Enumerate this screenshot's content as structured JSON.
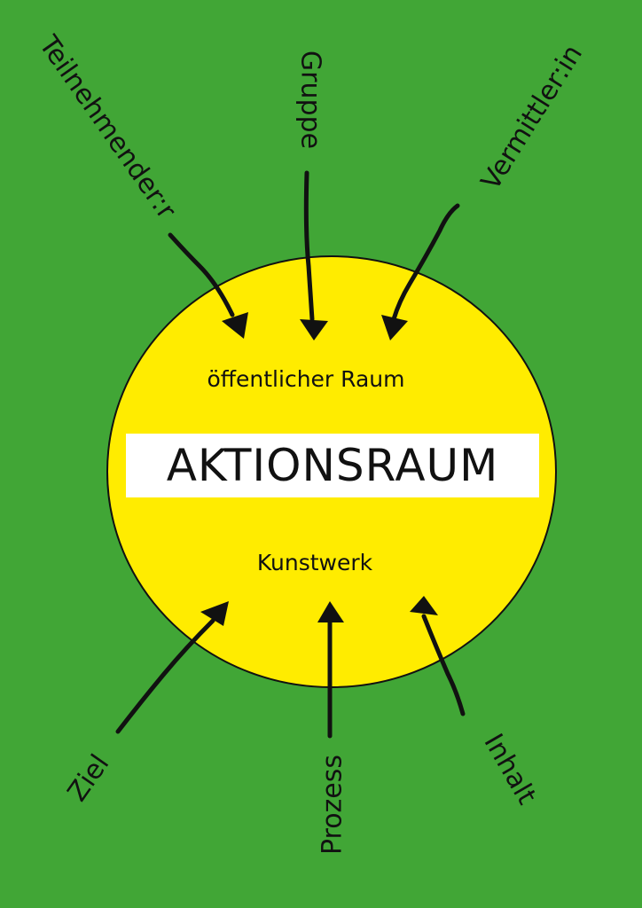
{
  "colors": {
    "background": "#41a636",
    "circle": "#ffec00",
    "title_box": "#ffffff",
    "ink": "#111111"
  },
  "center": {
    "title": "AKTIONSRAUM",
    "top_label": "öffentlicher Raum",
    "bottom_label": "Kunstwerk"
  },
  "inputs_top": [
    {
      "label": "Teilnehmender:r"
    },
    {
      "label": "Gruppe"
    },
    {
      "label": "Vermittler:in"
    }
  ],
  "inputs_bottom": [
    {
      "label": "Ziel"
    },
    {
      "label": "Prozess"
    },
    {
      "label": "Inhalt"
    }
  ]
}
